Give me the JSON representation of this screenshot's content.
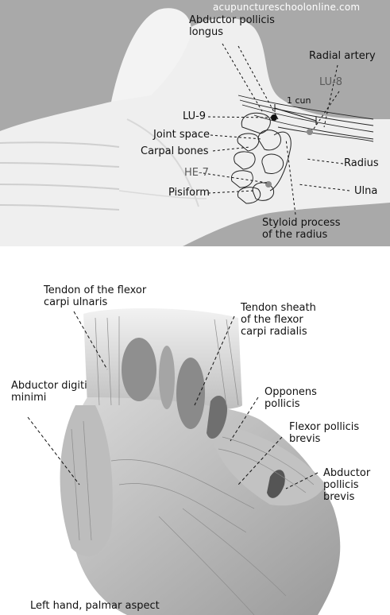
{
  "watermark": "acupunctureschoolonline.com",
  "top": {
    "labels": {
      "abductor_pollicis_longus": "Abductor pollicis longus",
      "radial_artery": "Radial artery",
      "lu8": "LU-8",
      "one_cun": "1 cun",
      "lu9": "LU-9",
      "joint_space": "Joint space",
      "carpal_bones": "Carpal bones",
      "radius": "Radius",
      "he7": "HE-7",
      "pisiform": "Pisiform",
      "ulna": "Ulna",
      "styloid_process": "Styloid process of the radius"
    }
  },
  "bottom": {
    "labels": {
      "flexor_carpi_ulnaris": "Tendon of the flexor carpi ulnaris",
      "tendon_sheath": "Tendon sheath of the flexor carpi radialis",
      "abductor_digiti_minimi": "Abductor digiti minimi",
      "opponens_pollicis": "Opponens pollicis",
      "flexor_pollicis_brevis": "Flexor pollicis brevis",
      "abductor_pollicis_brevis": "Abductor pollicis brevis",
      "caption": "Left hand, palmar aspect"
    }
  },
  "colors": {
    "photo_bg": "#a9a9a9",
    "skin": "#efefef",
    "muscle": "#c8c8c8",
    "tendon": "#e6e6e6",
    "point_grey": "#8a8a8a",
    "line": "#111111"
  }
}
